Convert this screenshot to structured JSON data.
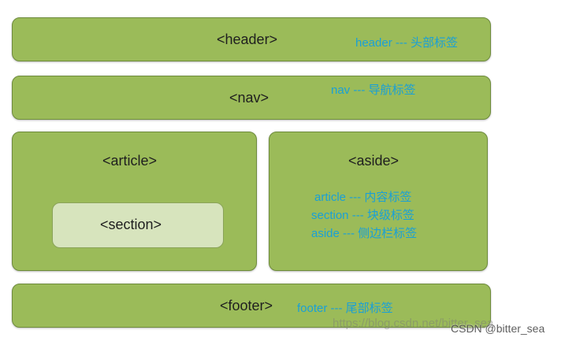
{
  "blocks": {
    "header": {
      "tag": "<header>",
      "note": "header --- 头部标签"
    },
    "nav": {
      "tag": "<nav>",
      "note": "nav --- 导航标签"
    },
    "article": {
      "tag": "<article>",
      "section_tag": "<section>"
    },
    "aside": {
      "tag": "<aside>",
      "notes": [
        "article --- 内容标签",
        "section --- 块级标签",
        "aside --- 侧边栏标签"
      ]
    },
    "footer": {
      "tag": "<footer>",
      "note": "footer --- 尾部标签"
    }
  },
  "watermark": {
    "url": "https://blog.csdn.net/bitter_sea",
    "credit": "CSDN @bitter_sea"
  },
  "colors": {
    "block_fill": "#9bbb59",
    "block_border": "#6e8b3d",
    "inner_fill": "#d7e4bd",
    "note_text": "#1aa0d6"
  }
}
